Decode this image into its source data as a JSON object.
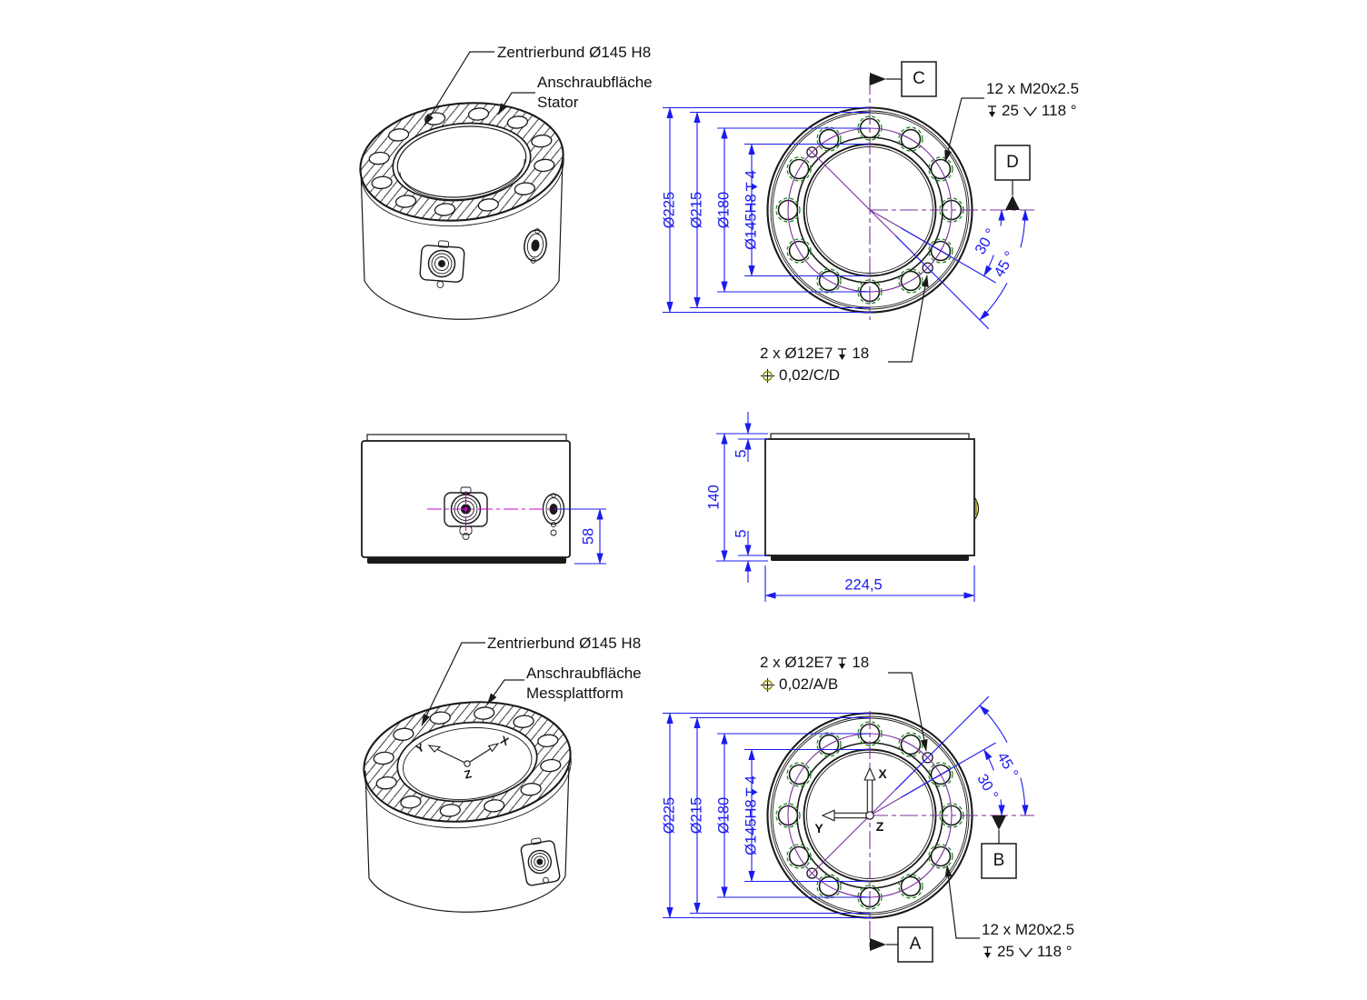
{
  "colors": {
    "dimension": "#1b1bef",
    "centerline": "#7b2f9e",
    "thread": "#1d8a1d",
    "outline": "#1a1a1a",
    "position_symbol": "#8f8f00",
    "connector_accent": "#cc00cc"
  },
  "iso_top": {
    "zentrierbund": "Zentrierbund Ø145 H8",
    "anschraubflaeche": "Anschraubfläche",
    "part": "Stator"
  },
  "iso_bottom": {
    "zentrierbund": "Zentrierbund Ø145 H8",
    "anschraubflaeche": "Anschraubfläche",
    "part": "Messplattform"
  },
  "front_top": {
    "d225": "Ø225",
    "d215": "Ø215",
    "d180": "Ø180",
    "d145": "Ø145H8",
    "d145_depth": "4",
    "ang30": "30 °",
    "ang45": "45 °",
    "datum_c": "C",
    "datum_d": "D",
    "thread": {
      "line1": "12 x M20x2.5",
      "depth": "25",
      "sink": "118 °"
    },
    "dowel": {
      "line1": "2 x Ø12E7",
      "depth": "18",
      "pos": "0,02/C/D"
    }
  },
  "front_bottom": {
    "d225": "Ø225",
    "d215": "Ø215",
    "d180": "Ø180",
    "d145": "Ø145H8",
    "d145_depth": "4",
    "ang30": "30 °",
    "ang45": "45 °",
    "datum_a": "A",
    "datum_b": "B",
    "thread": {
      "line1": "12 x M20x2.5",
      "depth": "25",
      "sink": "118 °"
    },
    "dowel": {
      "line1": "2 x Ø12E7",
      "depth": "18",
      "pos": "0,02/A/B"
    },
    "axes": {
      "x": "X",
      "y": "Y",
      "z": "Z"
    }
  },
  "side_left": {
    "height_connector": "58"
  },
  "side_right": {
    "height": "140",
    "plate_top": "5",
    "plate_bottom": "5",
    "width": "224,5"
  },
  "iso_axes": {
    "x": "X",
    "y": "Y",
    "z": "Z"
  }
}
